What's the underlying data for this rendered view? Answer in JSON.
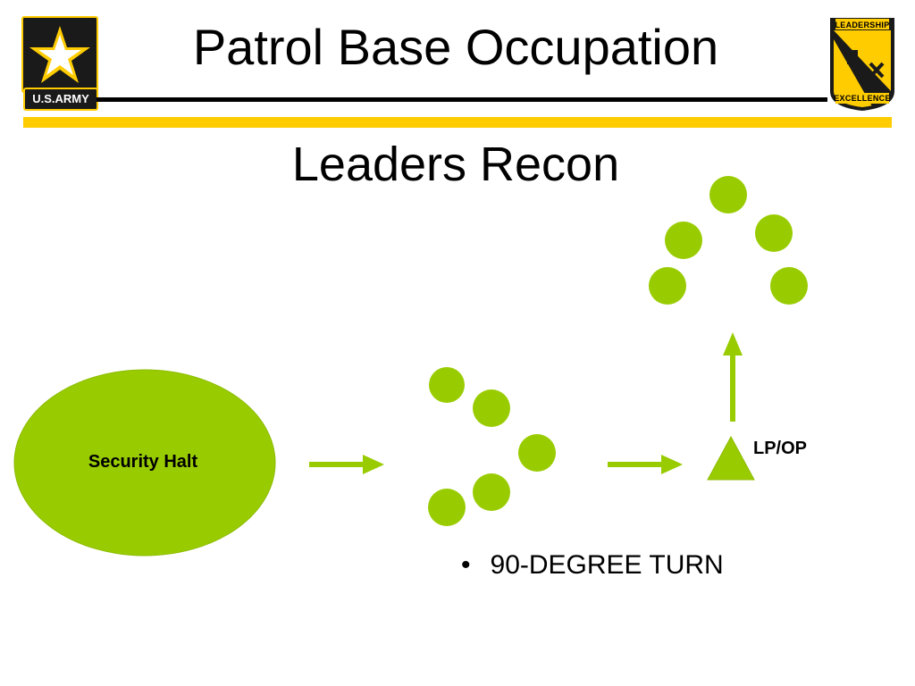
{
  "header": {
    "title": "Patrol Base Occupation",
    "army_logo_text": "U.S.ARMY",
    "crest_top_text": "LEADERSHIP",
    "crest_bottom_text": "EXCELLENCE"
  },
  "slide": {
    "subtitle": "Leaders Recon"
  },
  "diagram": {
    "security_halt_label": "Security Halt",
    "lp_op_label": "LP/OP",
    "bullet_text": "90-DEGREE TURN",
    "bullet_glyph": "•"
  },
  "colors": {
    "shape_fill": "#99cc00",
    "arrow": "#99cc00",
    "gold_bar": "#ffcc00",
    "rule": "#000000"
  }
}
